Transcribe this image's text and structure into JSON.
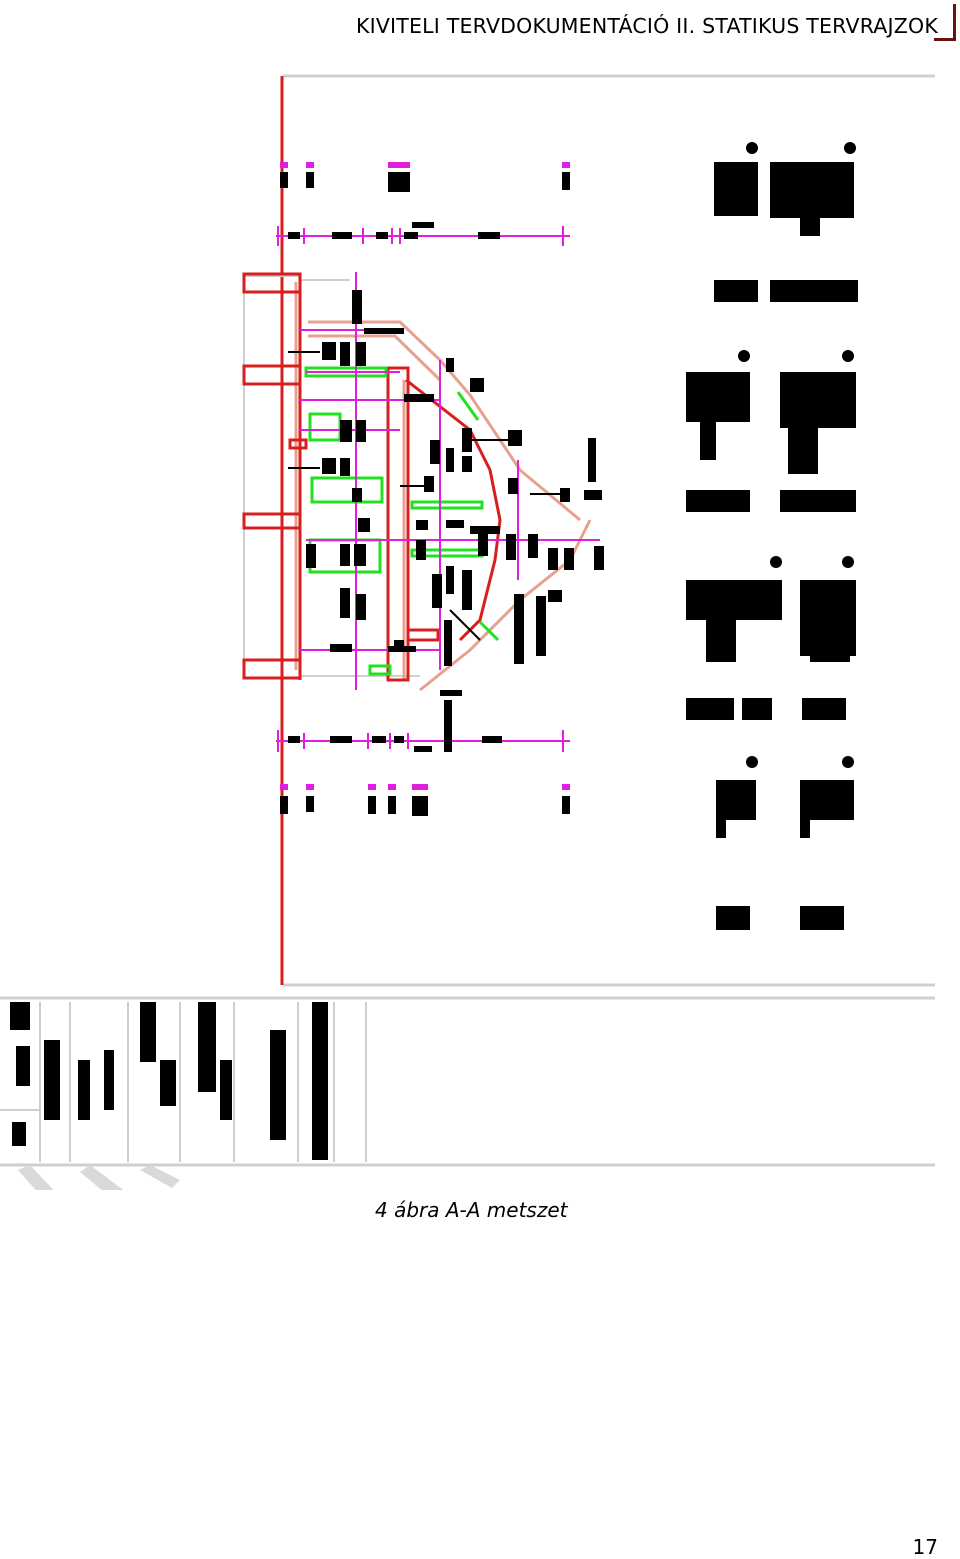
{
  "header": {
    "title": "KIVITELI TERVDOKUMENTÁCIÓ II. STATIKUS TERVRAJZOK"
  },
  "figure": {
    "caption": "4 ábra A-A metszet"
  },
  "footer": {
    "page_number": "17"
  },
  "colors": {
    "red": "#d81e1e",
    "magenta": "#e01ee0",
    "green": "#22e022",
    "salmon": "#e8a090",
    "ink": "#000000",
    "frame_gray": "#cfcfcf"
  }
}
